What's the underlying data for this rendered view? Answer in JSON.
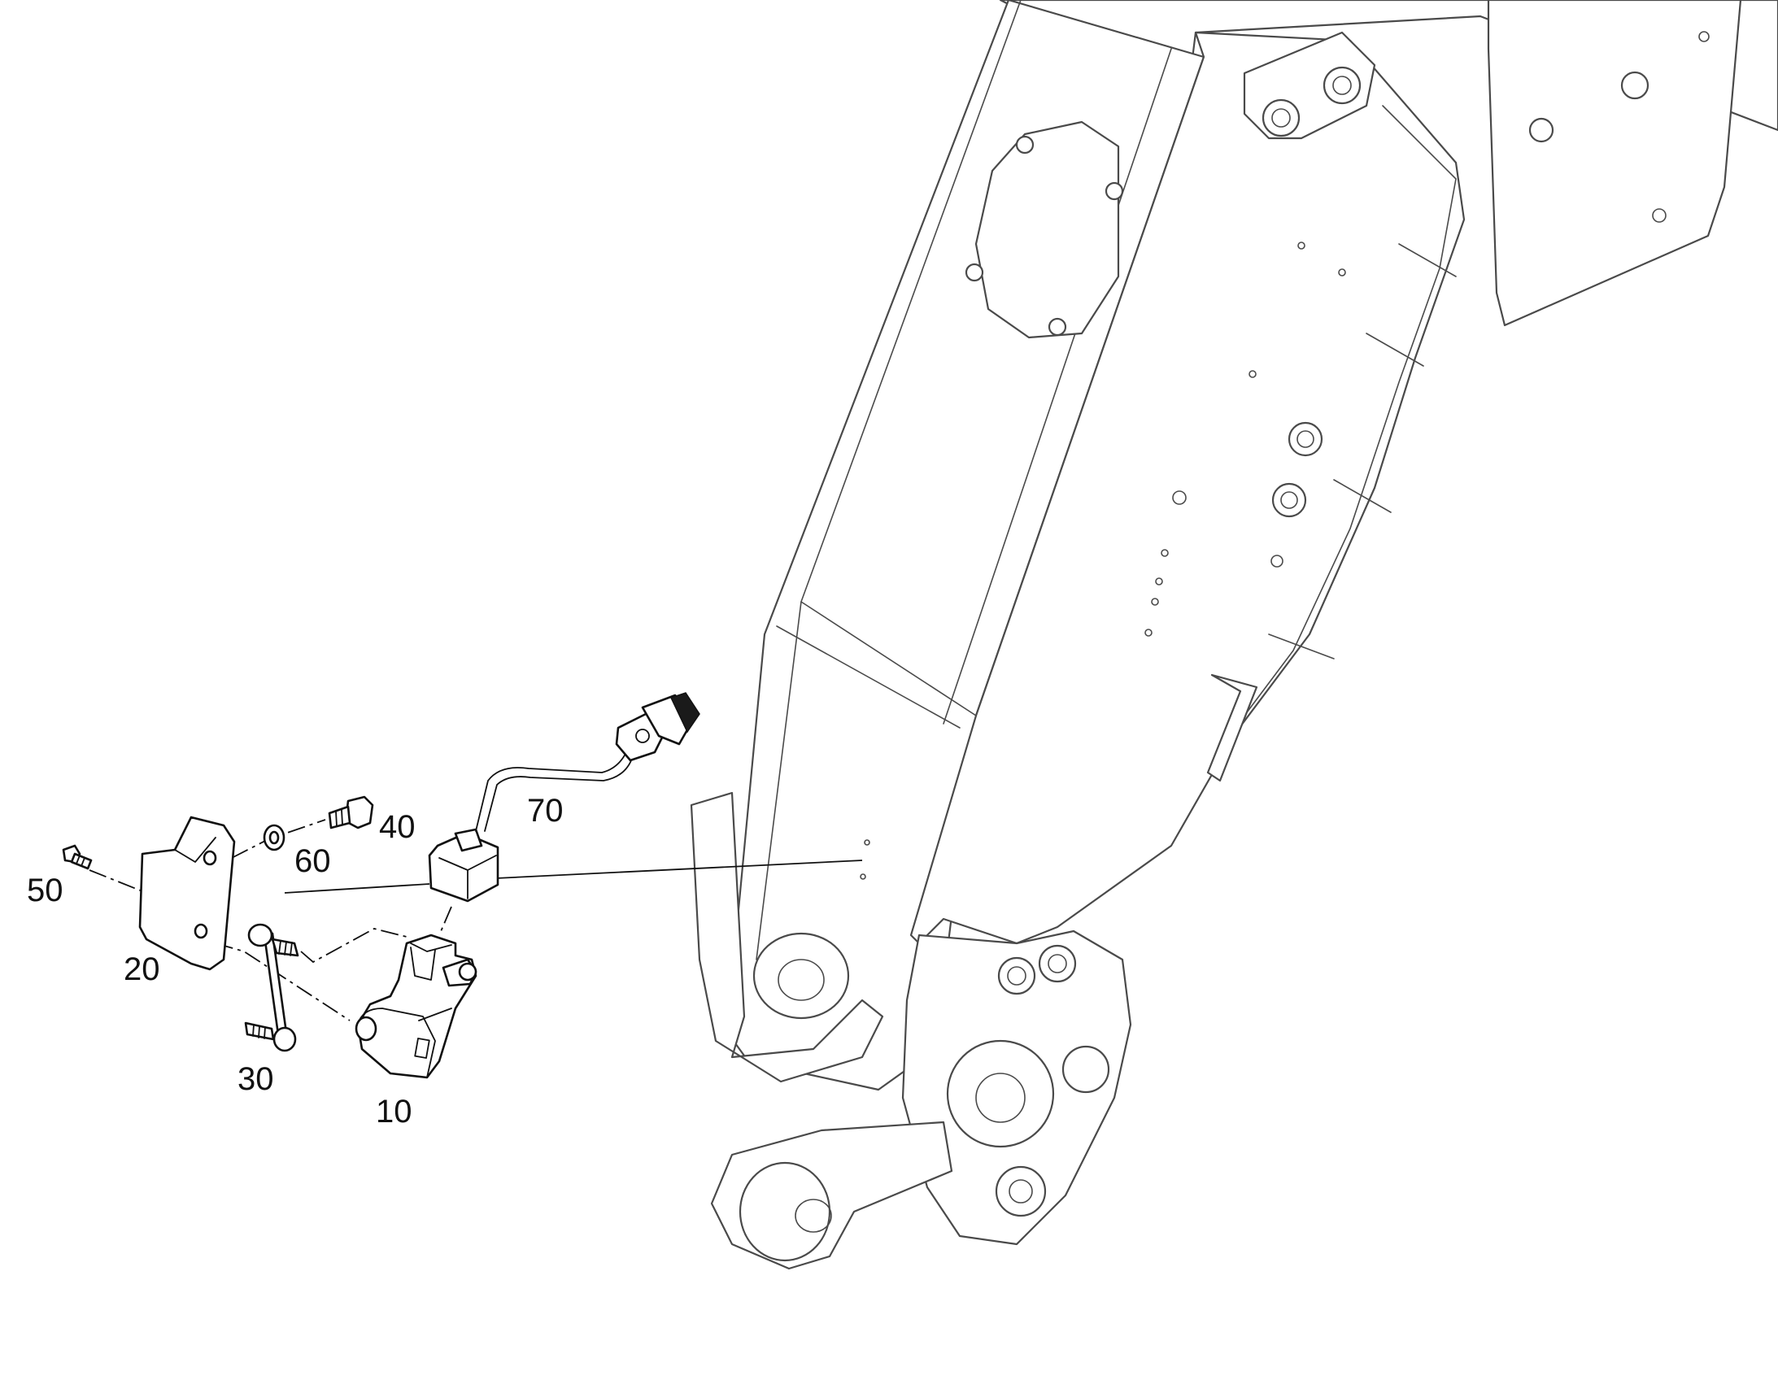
{
  "callouts": {
    "c10": "10",
    "c20": "20",
    "c30": "30",
    "c40": "40",
    "c50": "50",
    "c60": "60",
    "c70": "70"
  },
  "colors": {
    "line": "#111111",
    "frame_line": "#4a4a4a",
    "background": "#ffffff"
  }
}
